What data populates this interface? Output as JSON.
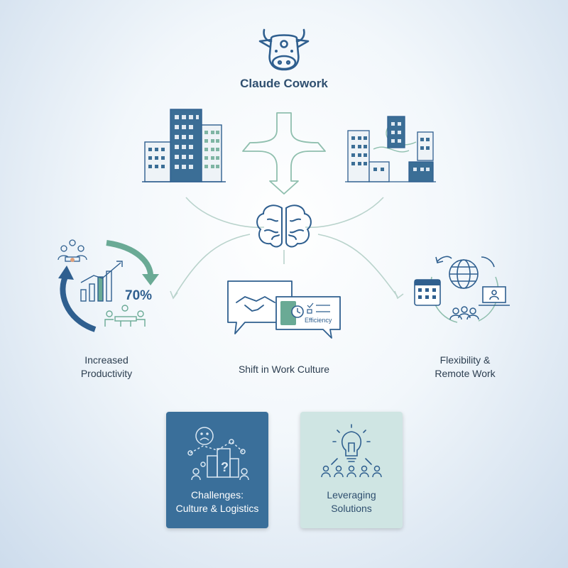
{
  "header": {
    "title": "Claude Cowork"
  },
  "productivity": {
    "label_line1": "Increased",
    "label_line2": "Productivity",
    "stat": "70%"
  },
  "culture": {
    "label": "Shift in Work Culture",
    "chip_text": "Efficiency"
  },
  "flexibility": {
    "label_line1": "Flexibility &",
    "label_line2": "Remote Work"
  },
  "challenges": {
    "label_line1": "Challenges:",
    "label_line2": "Culture & Logistics",
    "icon_glyph": "?"
  },
  "solutions": {
    "label_line1": "Leveraging",
    "label_line2": "Solutions"
  },
  "colors": {
    "navy": "#2f5f8f",
    "teal": "#6aaa95",
    "box_blue": "#3a6f9a",
    "box_teal": "#cfe5e3"
  }
}
